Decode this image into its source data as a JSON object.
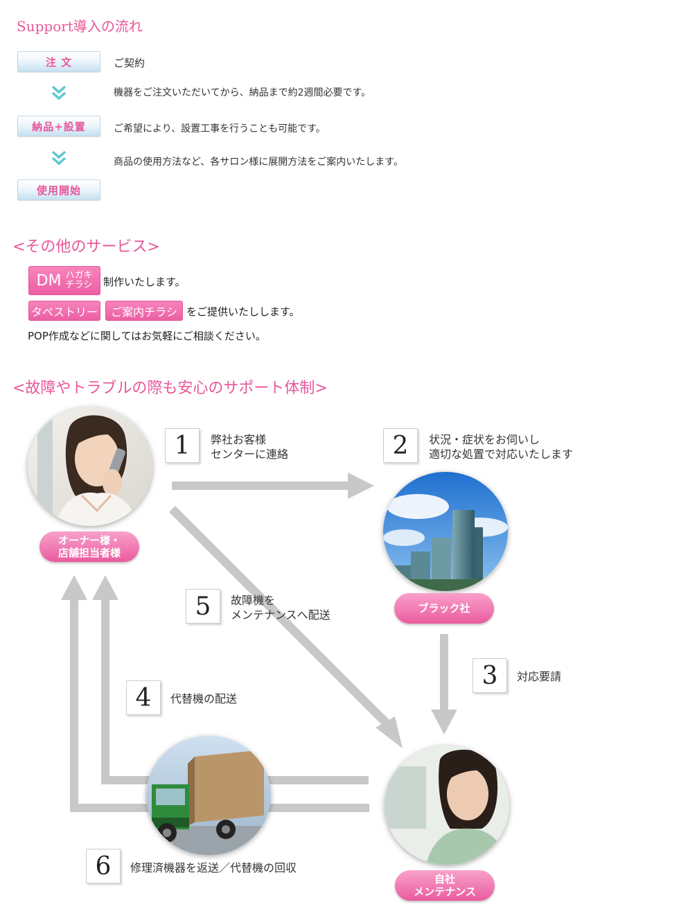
{
  "section1": {
    "title": "Support導入の流れ",
    "steps": [
      {
        "label": "注 文",
        "desc": "ご契約"
      },
      {
        "label": "納品+設置",
        "desc": "ご希望により、設置工事を行うことも可能です。"
      },
      {
        "label": "使用開始"
      }
    ],
    "notes": [
      "機器をご注文いただいてから、納品まで約2週間必要です。",
      "商品の使用方法など、各サロン様に展開方法をご案内いたします。"
    ]
  },
  "section2": {
    "title": "<その他のサービス>",
    "dm_main": "DM",
    "dm_sub1": "ハガキ",
    "dm_sub2": "チラシ",
    "line1_text": "制作いたします。",
    "tag_tapestry": "タペストリー",
    "tag_flyer": "ご案内チラシ",
    "line2_text": "をご提供いたしします。",
    "line3_text": "POP作成などに関してはお気軽にご相談ください。"
  },
  "section3": {
    "title": "<故障やトラブルの際も安心のサポート体制>",
    "nodes": {
      "owner": "オーナー様・\n店舗担当者様",
      "company": "ブラック社",
      "maintenance": "自社\nメンテナンス"
    },
    "steps": [
      {
        "num": "1",
        "text": "弊社お客様\nセンターに連絡"
      },
      {
        "num": "2",
        "text": "状況・症状をお伺いし\n適切な処置で対応いたします"
      },
      {
        "num": "3",
        "text": "対応要請"
      },
      {
        "num": "4",
        "text": "代替機の配送"
      },
      {
        "num": "5",
        "text": "故障機を\nメンテナンスへ配送"
      },
      {
        "num": "6",
        "text": "修理済機器を返送／代替機の回収"
      }
    ]
  },
  "colors": {
    "accent": "#e8569a",
    "arrow": "#c8c8c8",
    "button_blue": "#c7e1f0"
  }
}
